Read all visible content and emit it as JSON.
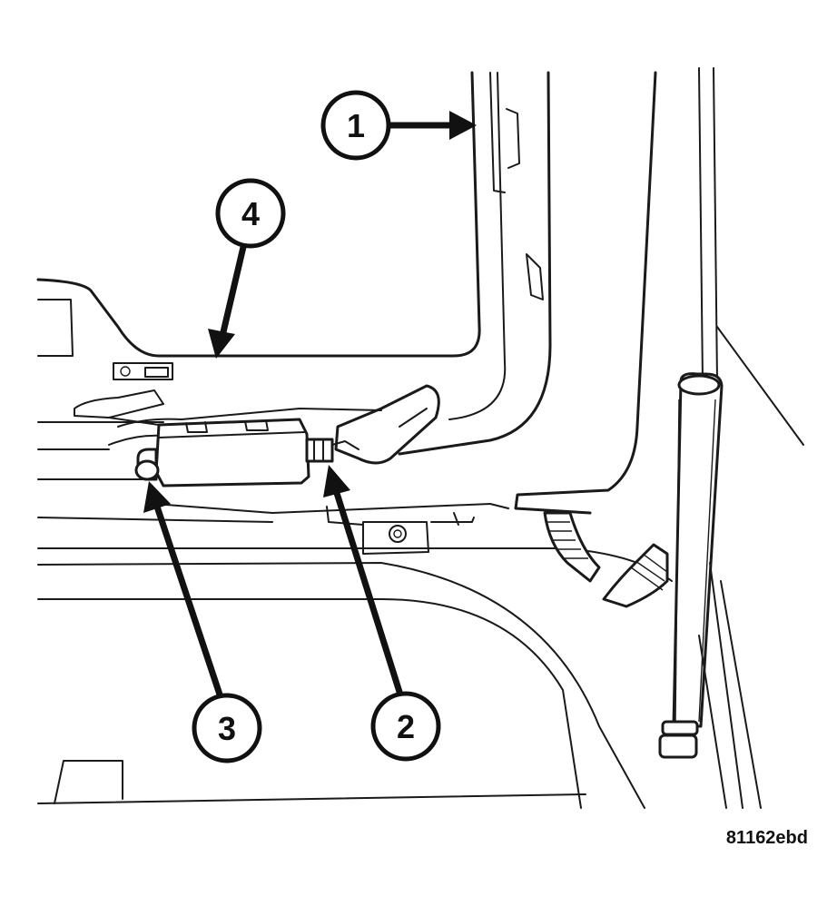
{
  "callouts": [
    {
      "id": "1",
      "label": "1"
    },
    {
      "id": "2",
      "label": "2"
    },
    {
      "id": "3",
      "label": "3"
    },
    {
      "id": "4",
      "label": "4"
    }
  ],
  "figure_ref": "81162ebd"
}
